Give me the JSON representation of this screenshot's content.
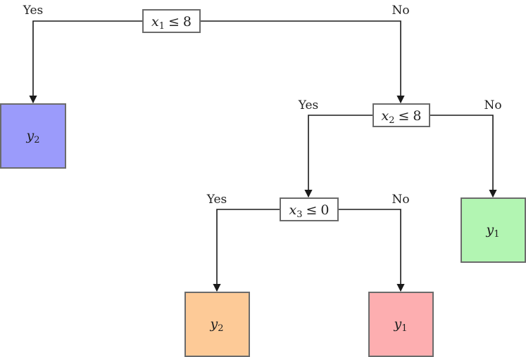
{
  "colors": {
    "leaf_blue": "#9b9bfb",
    "leaf_green": "#b2f5b2",
    "leaf_orange": "#fdca97",
    "leaf_pink": "#fdaeb0",
    "box_border": "#6b6b6b",
    "edge": "#1a1a1a"
  },
  "nodes": {
    "root": {
      "var": "x",
      "sub": "1",
      "op": "≤",
      "val": "8"
    },
    "n2": {
      "var": "x",
      "sub": "2",
      "op": "≤",
      "val": "8"
    },
    "n3": {
      "var": "x",
      "sub": "3",
      "op": "≤",
      "val": "0"
    }
  },
  "leaves": {
    "root_yes": {
      "var": "y",
      "sub": "2"
    },
    "n2_no": {
      "var": "y",
      "sub": "1"
    },
    "n3_yes": {
      "var": "y",
      "sub": "2"
    },
    "n3_no": {
      "var": "y",
      "sub": "1"
    }
  },
  "labels": {
    "root_yes": "Yes",
    "root_no": "No",
    "n2_yes": "Yes",
    "n2_no": "No",
    "n3_yes": "Yes",
    "n3_no": "No"
  }
}
